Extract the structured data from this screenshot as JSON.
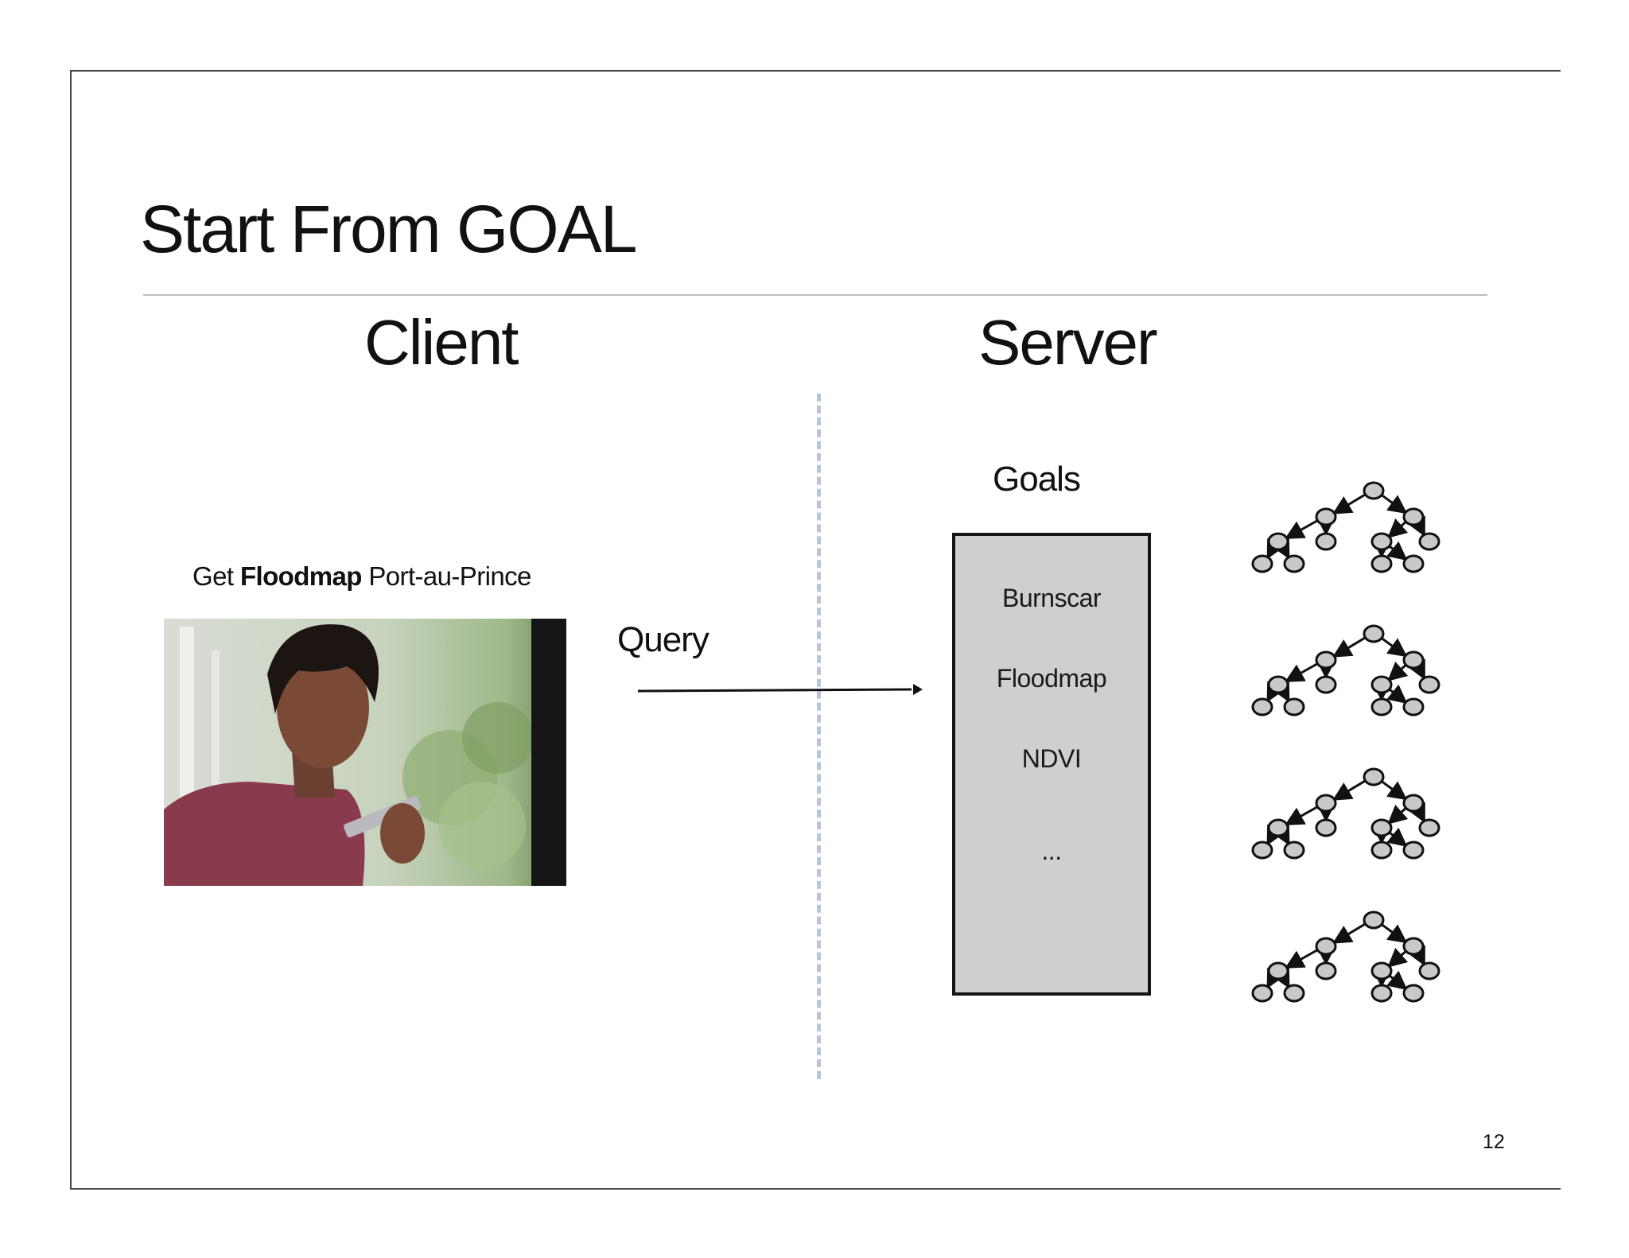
{
  "slide": {
    "title": "Start From GOAL",
    "client_heading": "Client",
    "server_heading": "Server",
    "page_number": "12"
  },
  "client": {
    "caption_prefix": "Get ",
    "caption_bold": "Floodmap",
    "caption_suffix": " Port-au-Prince"
  },
  "flow": {
    "query_label": "Query"
  },
  "server": {
    "goals_label": "Goals",
    "goals": [
      "Burnscar",
      "Floodmap",
      "NDVI",
      "..."
    ]
  },
  "colors": {
    "goal_box_fill": "#cfced0",
    "divider": "#b9c6d9",
    "node_fill": "#c9c9c9"
  }
}
